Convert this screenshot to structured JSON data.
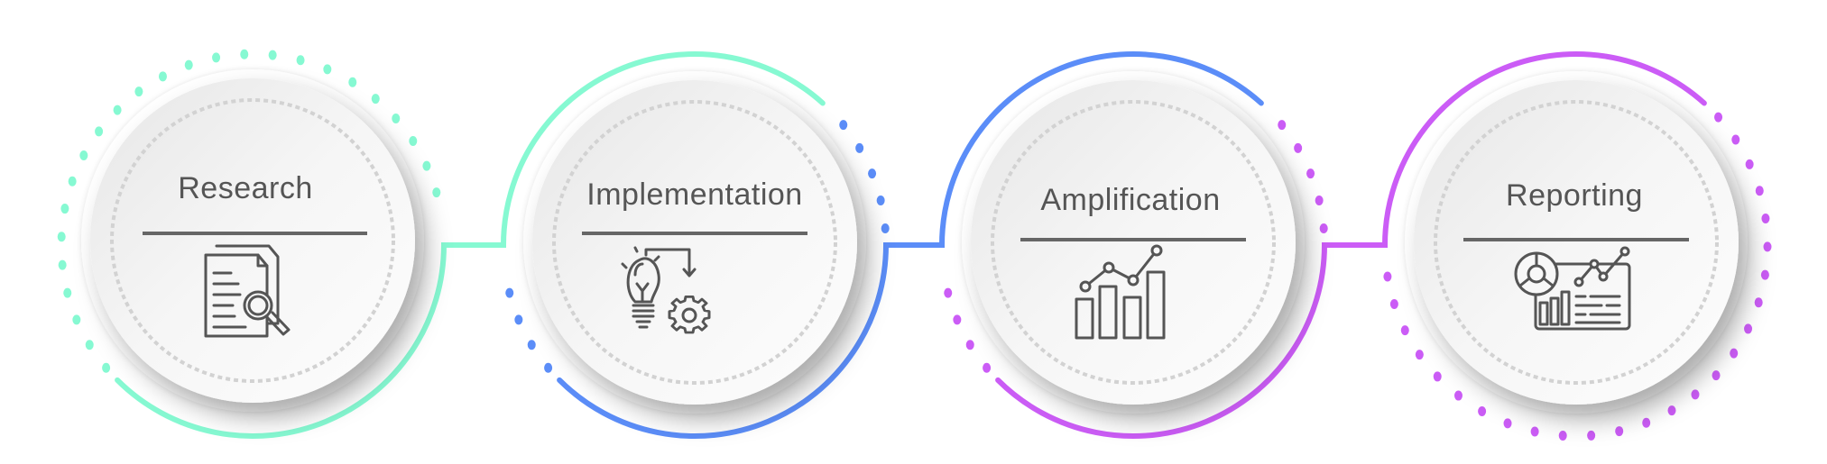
{
  "steps": [
    {
      "title": "Research",
      "icon": "document-search-icon",
      "color": "#86F9D2"
    },
    {
      "title": "Implementation",
      "icon": "lightbulb-gear-icon",
      "color": "#5B8DF8"
    },
    {
      "title": "Amplification",
      "icon": "bar-line-chart-icon",
      "color": "#CB5CF6"
    },
    {
      "title": "Reporting",
      "icon": "dashboard-report-icon",
      "color": "#CB5CF6"
    }
  ],
  "colors": {
    "text": "#555555",
    "divider": "#666666",
    "dashed_ring": "#D2D2D2",
    "teal": "#86F9D2",
    "blue": "#5B8DF8",
    "purple": "#CB5CF6"
  }
}
